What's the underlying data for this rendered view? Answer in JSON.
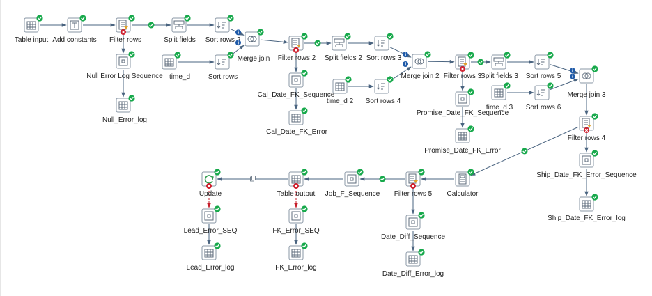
{
  "colors": {
    "hop": "#4a6480",
    "error_hop": "#c51d2a",
    "ok_badge": "#17a94b",
    "info_badge": "#1f5aa8",
    "error_badge": "#d0212f"
  },
  "steps": [
    {
      "id": "table_input",
      "label": "Table input",
      "icon": "table-input-icon"
    },
    {
      "id": "add_constants",
      "label": "Add constants",
      "icon": "add-constants-icon"
    },
    {
      "id": "filter_rows",
      "label": "Filter rows",
      "icon": "filter-rows-icon"
    },
    {
      "id": "split_fields",
      "label": "Split fields",
      "icon": "split-fields-icon"
    },
    {
      "id": "sort_rows_2",
      "label": "Sort rows 2",
      "icon": "sort-rows-icon"
    },
    {
      "id": "merge_join",
      "label": "Merge join",
      "icon": "merge-join-icon"
    },
    {
      "id": "null_error_log_seq",
      "label": "Null Error Log Sequence",
      "icon": "sequence-icon"
    },
    {
      "id": "null_error_log",
      "label": "Null_Error_log",
      "icon": "table-output-icon"
    },
    {
      "id": "time_d",
      "label": "time_d",
      "icon": "table-input-icon"
    },
    {
      "id": "sort_rows",
      "label": "Sort rows",
      "icon": "sort-rows-icon"
    },
    {
      "id": "filter_rows_2",
      "label": "Filter rows 2",
      "icon": "filter-rows-icon"
    },
    {
      "id": "split_fields_2",
      "label": "Split fields 2",
      "icon": "split-fields-icon"
    },
    {
      "id": "sort_rows_3",
      "label": "Sort rows 3",
      "icon": "sort-rows-icon"
    },
    {
      "id": "merge_join_2",
      "label": "Merge join 2",
      "icon": "merge-join-icon"
    },
    {
      "id": "cal_date_fk_seq",
      "label": "Cal_Date_FK_Sequence",
      "icon": "sequence-icon"
    },
    {
      "id": "cal_date_fk_error",
      "label": "Cal_Date_FK_Error",
      "icon": "table-output-icon"
    },
    {
      "id": "time_d_2",
      "label": "time_d 2",
      "icon": "table-input-icon"
    },
    {
      "id": "sort_rows_4",
      "label": "Sort rows 4",
      "icon": "sort-rows-icon"
    },
    {
      "id": "filter_rows_3",
      "label": "Filter rows 3",
      "icon": "filter-rows-icon"
    },
    {
      "id": "split_fields_3",
      "label": "Split fields 3",
      "icon": "split-fields-icon"
    },
    {
      "id": "sort_rows_5",
      "label": "Sort rows 5",
      "icon": "sort-rows-icon"
    },
    {
      "id": "merge_join_3",
      "label": "Merge join 3",
      "icon": "merge-join-icon"
    },
    {
      "id": "promise_date_fk_seq",
      "label": "Promise_Date_FK_Sequence",
      "icon": "sequence-icon"
    },
    {
      "id": "promise_date_fk_error",
      "label": "Promise_Date_FK_Error",
      "icon": "table-output-icon"
    },
    {
      "id": "time_d_3",
      "label": "time_d 3",
      "icon": "table-input-icon"
    },
    {
      "id": "sort_rows_6",
      "label": "Sort rows 6",
      "icon": "sort-rows-icon"
    },
    {
      "id": "filter_rows_4",
      "label": "Filter rows 4",
      "icon": "filter-rows-icon"
    },
    {
      "id": "ship_date_fk_error_seq",
      "label": "Ship_Date_FK_Error_Sequence",
      "icon": "sequence-icon"
    },
    {
      "id": "ship_date_fk_error_log",
      "label": "Ship_Date_FK_Error_log",
      "icon": "table-output-icon"
    },
    {
      "id": "calculator",
      "label": "Calculator",
      "icon": "calculator-icon"
    },
    {
      "id": "filter_rows_5",
      "label": "Filter rows 5",
      "icon": "filter-rows-icon"
    },
    {
      "id": "job_f_seq",
      "label": "Job_F_Sequence",
      "icon": "sequence-icon"
    },
    {
      "id": "table_output",
      "label": "Table output",
      "icon": "table-output-icon"
    },
    {
      "id": "update",
      "label": "Update",
      "icon": "update-icon"
    },
    {
      "id": "date_diff_seq",
      "label": "Date_Diff_Sequence",
      "icon": "sequence-icon"
    },
    {
      "id": "date_diff_error_log",
      "label": "Date_Diff_Error_log",
      "icon": "table-output-icon"
    },
    {
      "id": "fk_error_seq",
      "label": "FK_Error_SEQ",
      "icon": "sequence-icon"
    },
    {
      "id": "fk_error_log",
      "label": "FK_Error_log",
      "icon": "table-output-icon"
    },
    {
      "id": "lead_error_seq",
      "label": "Lead_Error_SEQ",
      "icon": "sequence-icon"
    },
    {
      "id": "lead_error_log",
      "label": "Lead_Error_log",
      "icon": "table-output-icon"
    }
  ],
  "hops": [
    {
      "from": "table_input",
      "to": "add_constants",
      "type": "normal"
    },
    {
      "from": "add_constants",
      "to": "filter_rows",
      "type": "normal"
    },
    {
      "from": "filter_rows",
      "to": "split_fields",
      "type": "true"
    },
    {
      "from": "split_fields",
      "to": "sort_rows_2",
      "type": "normal"
    },
    {
      "from": "sort_rows_2",
      "to": "merge_join",
      "type": "info"
    },
    {
      "from": "filter_rows",
      "to": "null_error_log_seq",
      "type": "false"
    },
    {
      "from": "null_error_log_seq",
      "to": "null_error_log",
      "type": "normal"
    },
    {
      "from": "time_d",
      "to": "sort_rows",
      "type": "normal"
    },
    {
      "from": "sort_rows",
      "to": "merge_join",
      "type": "info"
    },
    {
      "from": "merge_join",
      "to": "filter_rows_2",
      "type": "normal"
    },
    {
      "from": "filter_rows_2",
      "to": "split_fields_2",
      "type": "true"
    },
    {
      "from": "split_fields_2",
      "to": "sort_rows_3",
      "type": "normal"
    },
    {
      "from": "sort_rows_3",
      "to": "merge_join_2",
      "type": "info"
    },
    {
      "from": "filter_rows_2",
      "to": "cal_date_fk_seq",
      "type": "false"
    },
    {
      "from": "cal_date_fk_seq",
      "to": "cal_date_fk_error",
      "type": "normal"
    },
    {
      "from": "time_d_2",
      "to": "sort_rows_4",
      "type": "normal"
    },
    {
      "from": "sort_rows_4",
      "to": "merge_join_2",
      "type": "info"
    },
    {
      "from": "merge_join_2",
      "to": "filter_rows_3",
      "type": "normal"
    },
    {
      "from": "filter_rows_3",
      "to": "split_fields_3",
      "type": "true"
    },
    {
      "from": "split_fields_3",
      "to": "sort_rows_5",
      "type": "normal"
    },
    {
      "from": "sort_rows_5",
      "to": "merge_join_3",
      "type": "info"
    },
    {
      "from": "filter_rows_3",
      "to": "promise_date_fk_seq",
      "type": "false"
    },
    {
      "from": "promise_date_fk_seq",
      "to": "promise_date_fk_error",
      "type": "normal"
    },
    {
      "from": "time_d_3",
      "to": "sort_rows_6",
      "type": "normal"
    },
    {
      "from": "sort_rows_6",
      "to": "merge_join_3",
      "type": "info"
    },
    {
      "from": "merge_join_3",
      "to": "filter_rows_4",
      "type": "normal"
    },
    {
      "from": "filter_rows_4",
      "to": "calculator",
      "type": "true"
    },
    {
      "from": "filter_rows_4",
      "to": "ship_date_fk_error_seq",
      "type": "false"
    },
    {
      "from": "ship_date_fk_error_seq",
      "to": "ship_date_fk_error_log",
      "type": "normal"
    },
    {
      "from": "calculator",
      "to": "filter_rows_5",
      "type": "normal"
    },
    {
      "from": "filter_rows_5",
      "to": "job_f_seq",
      "type": "true"
    },
    {
      "from": "job_f_seq",
      "to": "table_output",
      "type": "normal"
    },
    {
      "from": "table_output",
      "to": "update",
      "type": "copy"
    },
    {
      "from": "filter_rows_5",
      "to": "date_diff_seq",
      "type": "false"
    },
    {
      "from": "date_diff_seq",
      "to": "date_diff_error_log",
      "type": "normal"
    },
    {
      "from": "table_output",
      "to": "fk_error_seq",
      "type": "error"
    },
    {
      "from": "fk_error_seq",
      "to": "fk_error_log",
      "type": "normal"
    },
    {
      "from": "update",
      "to": "lead_error_seq",
      "type": "error"
    },
    {
      "from": "lead_error_seq",
      "to": "lead_error_log",
      "type": "normal"
    }
  ]
}
